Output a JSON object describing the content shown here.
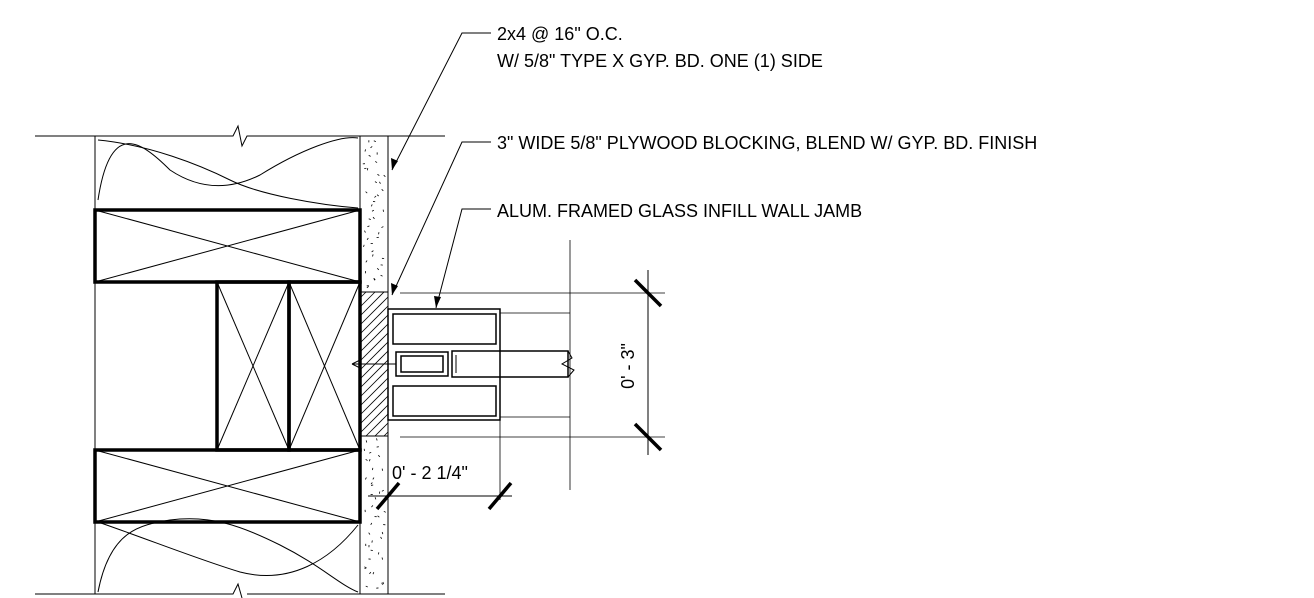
{
  "notes": [
    {
      "id": "stud-note",
      "line1": "2x4 @ 16\" O.C.",
      "line2": "W/ 5/8\" TYPE X GYP. BD. ONE (1) SIDE"
    },
    {
      "id": "blocking-note",
      "line1": "3\" WIDE 5/8\" PLYWOOD BLOCKING, BLEND W/ GYP. BD. FINISH"
    },
    {
      "id": "jamb-note",
      "line1": "ALUM. FRAMED GLASS INFILL WALL JAMB"
    }
  ],
  "dimensions": {
    "vertical": "0' - 3\"",
    "horizontal": "0' - 2 1/4\""
  }
}
